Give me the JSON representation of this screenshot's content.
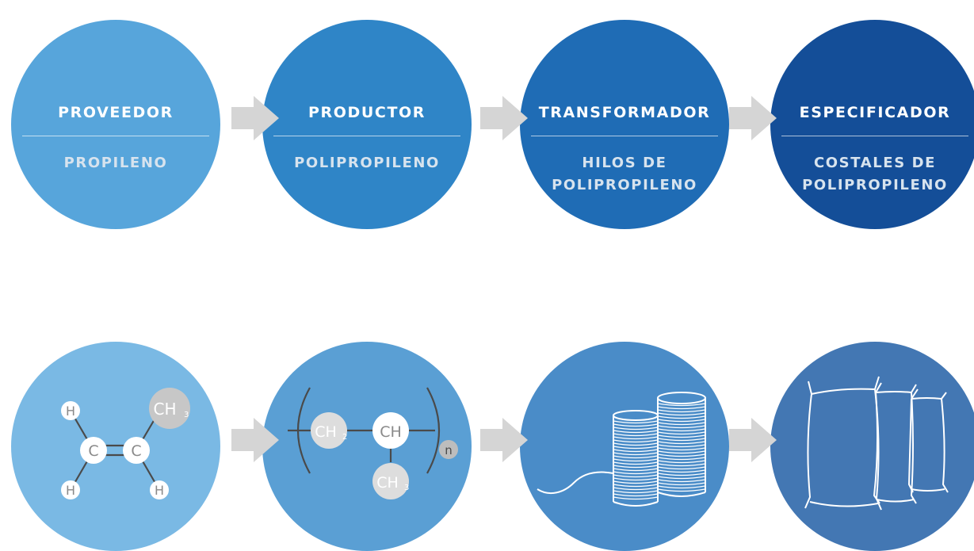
{
  "colors": {
    "row1": [
      "#57a5db",
      "#2f85c7",
      "#1f6cb5",
      "#144e98"
    ],
    "row2": [
      "#7ab9e4",
      "#5a9fd4",
      "#4a8cc8",
      "#4377b3"
    ],
    "arrow": "#d5d5d5",
    "product_text_light": "#d7e3ee",
    "atom": "#ffffff",
    "atom_gray": "#c7c7c7",
    "bond": "#4a4a4a"
  },
  "stages": [
    {
      "title": "PROVEEDOR",
      "product_lines": [
        "PROPILENO"
      ]
    },
    {
      "title": "PRODUCTOR",
      "product_lines": [
        "POLIPROPILENO"
      ]
    },
    {
      "title": "TRANSFORMADOR",
      "product_lines": [
        "HILOS DE",
        "POLIPROPILENO"
      ]
    },
    {
      "title": "ESPECIFICADOR",
      "product_lines": [
        "COSTALES DE",
        "POLIPROPILENO"
      ]
    }
  ],
  "propylene": {
    "atom_h": "H",
    "atom_c": "C",
    "group": "CH",
    "group_sub": "3"
  },
  "polypropylene": {
    "group_ch2": "CH",
    "group_ch2_sub": "2",
    "group_ch": "CH",
    "group_ch3": "CH",
    "group_ch3_sub": "3",
    "repeat": "n"
  },
  "icons": {
    "thread": "thread-spools-icon",
    "sacks": "sacks-icon"
  }
}
